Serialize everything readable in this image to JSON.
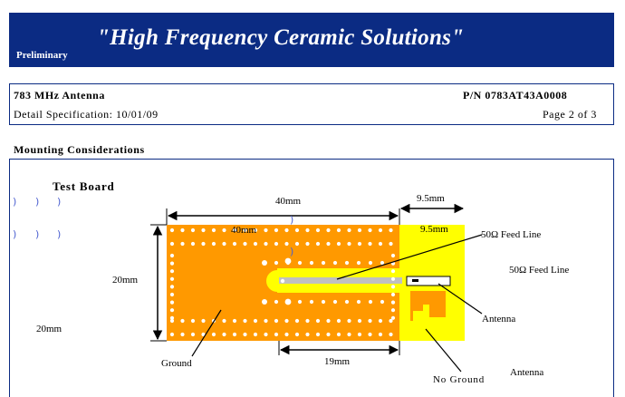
{
  "banner": {
    "slogan": "\"High Frequency Ceramic Solutions\"",
    "badge": "Preliminary"
  },
  "info": {
    "product": "783 MHz Antenna",
    "part_number": "P/N 0783AT43A0008",
    "spec": "Detail Specification: 10/01/09",
    "page": "Page 2 of 3"
  },
  "section_title": "Mounting Considerations",
  "figure": {
    "title": "Test Board",
    "dim_width": "40mm",
    "dim_width_dup": "40mm",
    "dim_antenna": "9.5mm",
    "dim_antenna_dup": "9.5mm",
    "dim_height": "20mm",
    "dim_height_dup": "20mm",
    "dim_feed": "19mm",
    "label_feed": "50Ω Feed Line",
    "label_feed_dup": "50Ω Feed Line",
    "label_antenna": "Antenna",
    "label_antenna_dup": "Antenna",
    "label_ground": "Ground",
    "label_noground": "No Ground",
    "marker": ")"
  },
  "colors": {
    "banner": "#0b2b83",
    "ground": "#ff9900",
    "no_ground": "#ffff00",
    "feed": "#c0c0c0"
  }
}
